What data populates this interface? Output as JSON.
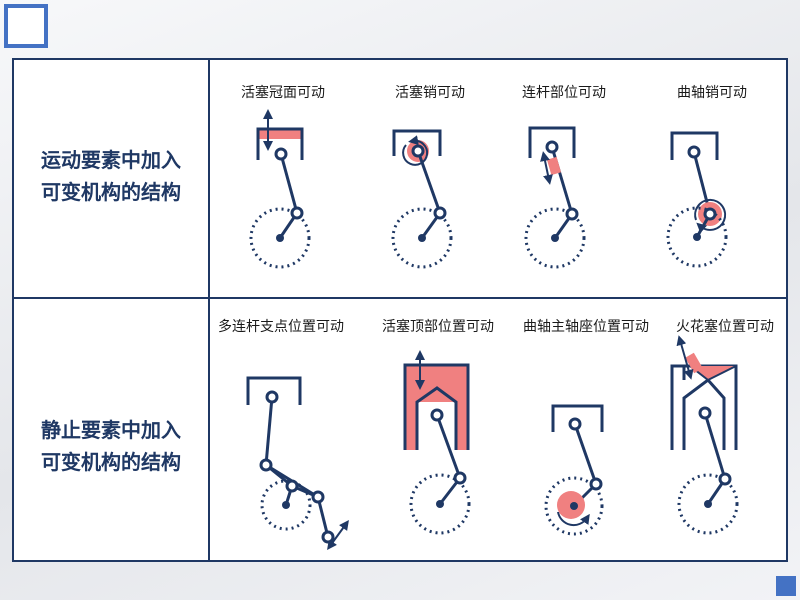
{
  "rows": [
    {
      "label_line1": "运动要素中加入",
      "label_line2": "可变机构的结构",
      "cells": [
        {
          "label": "活塞冠面可动"
        },
        {
          "label": "活塞销可动"
        },
        {
          "label": "连杆部位可动"
        },
        {
          "label": "曲轴销可动"
        }
      ]
    },
    {
      "label_line1": "静止要素中加入",
      "label_line2": "可变机构的结构",
      "cells": [
        {
          "label": "多连杆支点位置可动"
        },
        {
          "label": "活塞顶部位置可动"
        },
        {
          "label": "曲轴主轴座位置可动"
        },
        {
          "label": "火花塞位置可动"
        }
      ]
    }
  ],
  "colors": {
    "line": "#1f3864",
    "highlight": "#f08080",
    "accent": "#4472c4"
  },
  "icons": [
    "up-down-arrow-icon",
    "rotation-arrow-icon",
    "diagonal-arrow-icon"
  ]
}
